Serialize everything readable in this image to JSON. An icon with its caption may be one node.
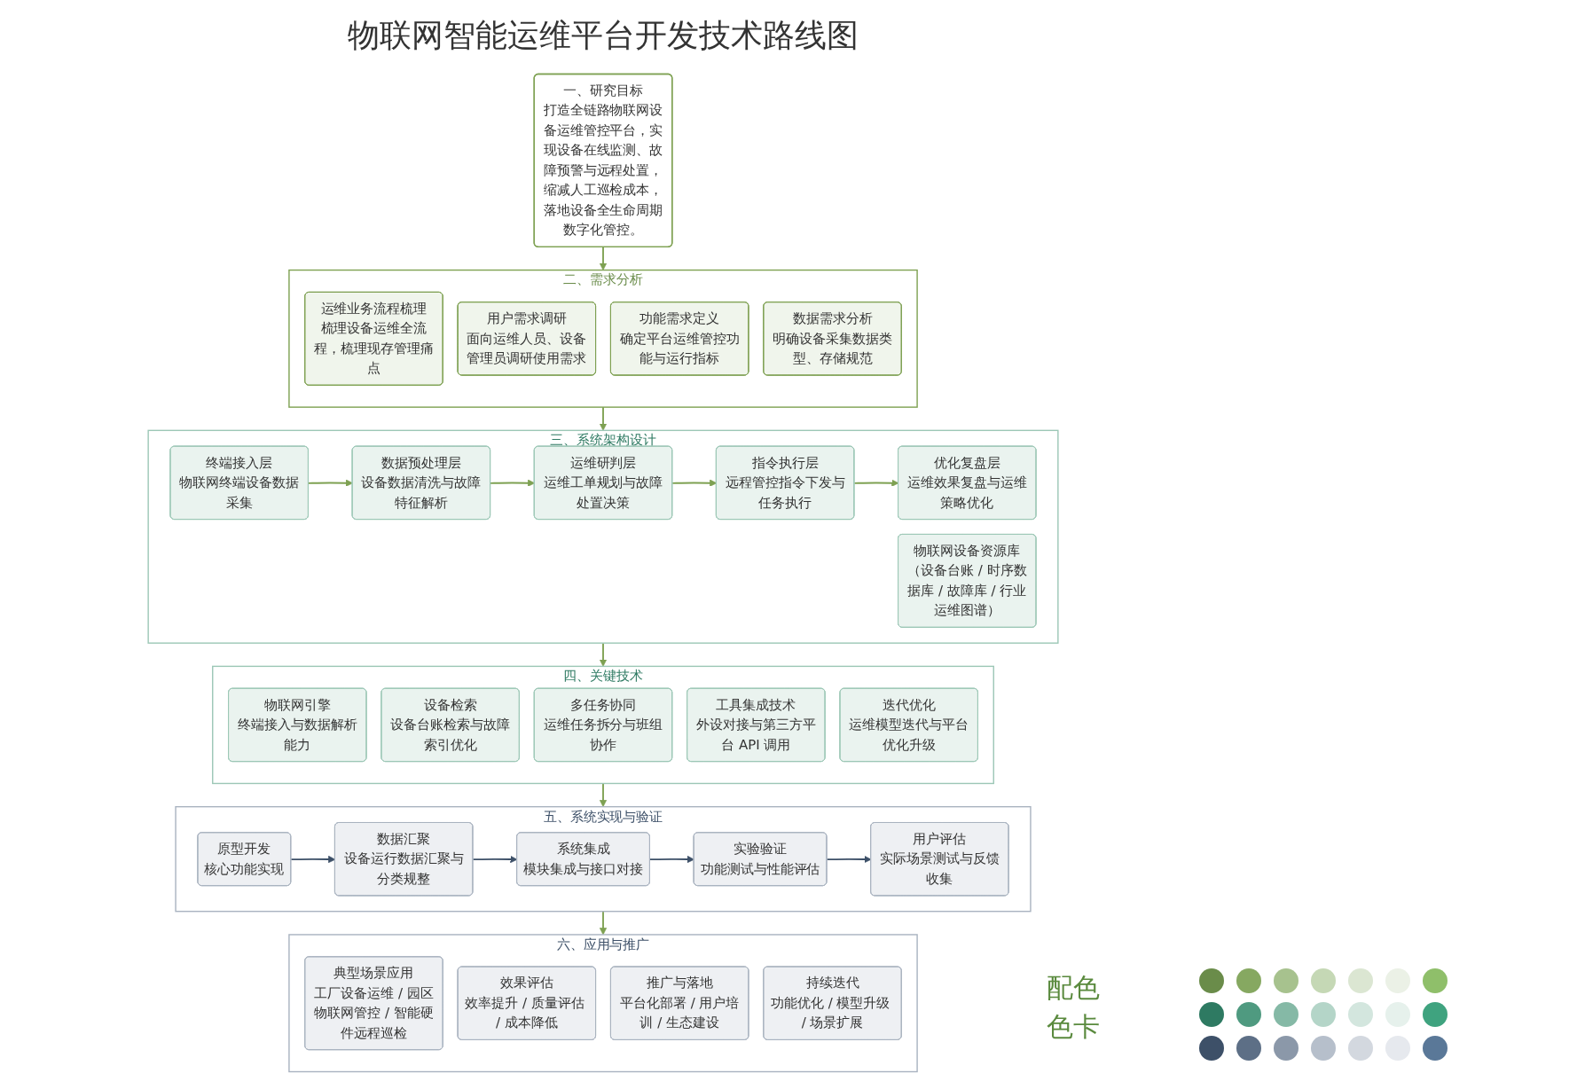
{
  "diagram": {
    "title": "物联网智能运维平台开发技术路线图",
    "nodes": [
      {
        "text": [
          "一、研究目标",
          "打造全链路物联网设备运维管控平台，实现设备在线监测、故障预警与远程处置，缩减人工巡检成本，落地设备全生命周期数字化管控。"
        ]
      },
      {
        "text": [
          "二、需求分析"
        ]
      },
      {
        "text": [
          "运维业务流程梳理",
          "梳理设备运维全流程，梳理现存管理痛点"
        ],
        "in": 1
      },
      {
        "text": [
          "用户需求调研",
          "面向运维人员、设备管理员调研使用需求"
        ],
        "in": 1
      },
      {
        "text": [
          "功能需求定义",
          "确定平台运维管控功能与运行指标"
        ],
        "in": 1
      },
      {
        "text": [
          "数据需求分析",
          "明确设备采集数据类型、存储规范"
        ],
        "in": 1
      },
      {
        "text": [
          "三、系统架构设计"
        ]
      },
      {
        "text": [
          "终端接入层",
          "物联网终端设备数据采集"
        ],
        "in": 6
      },
      {
        "text": [
          "数据预处理层",
          "设备数据清洗与故障特征解析"
        ],
        "in": 6
      },
      {
        "text": [
          "运维研判层",
          "运维工单规划与故障处置决策"
        ],
        "in": 6
      },
      {
        "text": [
          "指令执行层",
          "远程管控指令下发与任务执行"
        ],
        "in": 6
      },
      {
        "text": [
          "优化复盘层",
          "运维效果复盘与运维策略优化"
        ],
        "in": 6
      },
      {
        "text": [
          "物联网设备资源库",
          "（设备台账 / 时序数据库 / 故障库 / 行业运维图谱）"
        ],
        "in": 6
      },
      {
        "text": [
          "四、关键技术"
        ]
      },
      {
        "text": [
          "物联网引擎",
          "终端接入与数据解析能力"
        ],
        "in": 13
      },
      {
        "text": [
          "设备检索",
          "设备台账检索与故障索引优化"
        ],
        "in": 13
      },
      {
        "text": [
          "多任务协同",
          "运维任务拆分与班组协作"
        ],
        "in": 13
      },
      {
        "text": [
          "工具集成技术",
          "外设对接与第三方平台 API 调用"
        ],
        "in": 13
      },
      {
        "text": [
          "迭代优化",
          "运维模型迭代与平台优化升级"
        ],
        "in": 13
      },
      {
        "text": [
          "五、系统实现与验证"
        ]
      },
      {
        "text": [
          "原型开发",
          "核心功能实现"
        ],
        "in": 19
      },
      {
        "text": [
          "数据汇聚",
          "设备运行数据汇聚与分类规整"
        ],
        "in": 19
      },
      {
        "text": [
          "系统集成",
          "模块集成与接口对接"
        ],
        "in": 19
      },
      {
        "text": [
          "实验验证",
          "功能测试与性能评估"
        ],
        "in": 19
      },
      {
        "text": [
          "用户评估",
          "实际场景测试与反馈收集"
        ],
        "in": 19
      },
      {
        "text": [
          "六、应用与推广"
        ]
      },
      {
        "text": [
          "典型场景应用",
          "工厂设备运维 / 园区物联网管控 / 智能硬件远程巡检"
        ],
        "in": 25
      },
      {
        "text": [
          "效果评估",
          "效率提升 / 质量评估 / 成本降低"
        ],
        "in": 25
      },
      {
        "text": [
          "推广与落地",
          "平台化部署 / 用户培训 / 生态建设"
        ],
        "in": 25
      },
      {
        "text": [
          "持续迭代",
          "功能优化 / 模型升级 / 场景扩展"
        ],
        "in": 25
      }
    ],
    "edges": [
      {
        "from": 0,
        "to": 1,
        "arrow": "to"
      },
      {
        "from": 1,
        "to": 6,
        "arrow": "to"
      },
      {
        "from": 7,
        "to": 8,
        "arrow": "to"
      },
      {
        "from": 8,
        "to": 9,
        "arrow": "to"
      },
      {
        "from": 9,
        "to": 10,
        "arrow": "to"
      },
      {
        "from": 10,
        "to": 11,
        "arrow": "to"
      },
      {
        "from": 6,
        "to": 13,
        "arrow": "to"
      },
      {
        "from": 13,
        "to": 19,
        "arrow": "to"
      },
      {
        "from": 20,
        "to": 21,
        "arrow": "to",
        "color": "#3d5068"
      },
      {
        "from": 21,
        "to": 22,
        "arrow": "to",
        "color": "#3d5068"
      },
      {
        "from": 22,
        "to": 23,
        "arrow": "to",
        "color": "#3d5068"
      },
      {
        "from": 23,
        "to": 24,
        "arrow": "to",
        "color": "#3d5068"
      },
      {
        "from": 19,
        "to": 25,
        "arrow": "to"
      }
    ],
    "labels": [
      "配色色卡"
    ]
  }
}
